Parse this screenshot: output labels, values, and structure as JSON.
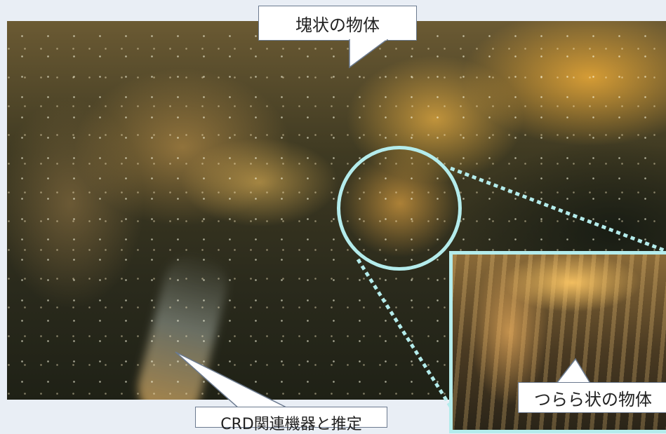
{
  "callouts": {
    "top": "塊状の物体",
    "bottom_left": "CRD関連機器と推定",
    "bottom_right": "つらら状の物体"
  },
  "colors": {
    "highlight": "#b4ecec",
    "callout_border": "#6b7a8f",
    "background": "#e9eef5"
  }
}
